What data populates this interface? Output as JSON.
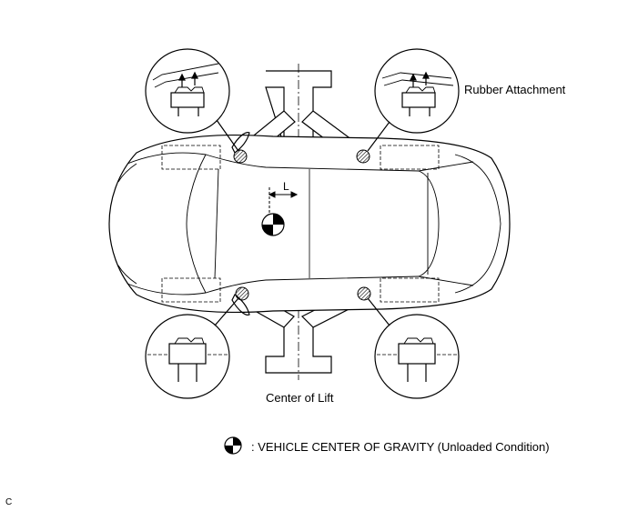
{
  "labels": {
    "rubber_attachment": "Rubber Attachment",
    "center_of_lift": "Center of Lift",
    "dimension_l": "L",
    "cog_legend": ": VEHICLE CENTER OF GRAVITY (Unloaded Condition)",
    "figure_code": "C"
  },
  "colors": {
    "line": "#000000",
    "background": "#ffffff",
    "lift_pad_hatch": "#000000"
  },
  "icons": {
    "center_of_gravity": "cog-symbol-icon"
  }
}
